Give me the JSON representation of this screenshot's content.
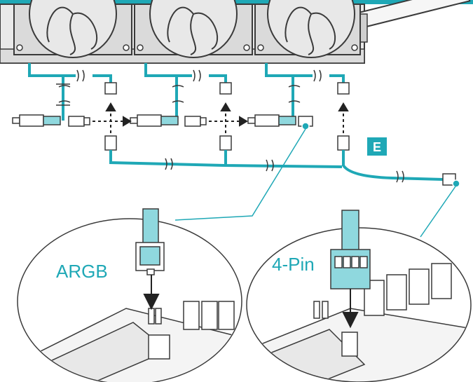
{
  "step_label": "E",
  "callouts": {
    "argb_label": "ARGB",
    "pin_label": "4-Pin"
  },
  "colors": {
    "accent": "#1fa8b6",
    "accent_light": "#8fd8de",
    "line": "#3a3a3a",
    "fan_fill": "#e6e6e6",
    "board_fill": "#f4f4f4"
  },
  "icons": [
    "fan-icon",
    "arrow-right-icon",
    "arrow-up-icon",
    "arrow-down-icon",
    "connector-icon"
  ]
}
